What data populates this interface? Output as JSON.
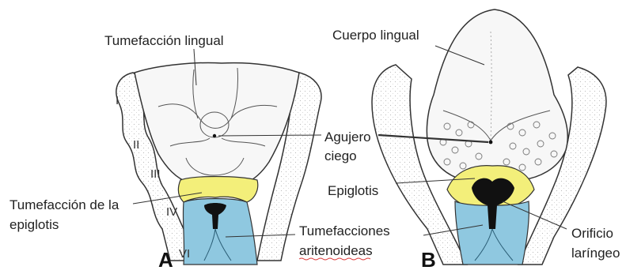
{
  "labels": {
    "tumefaccion_lingual": "Tumefacción lingual",
    "cuerpo_lingual": "Cuerpo lingual",
    "agujero_line1": "Agujero",
    "agujero_line2": "ciego",
    "epiglotis": "Epiglotis",
    "tumefaccion_epiglotis_line1": "Tumefacción de la",
    "tumefaccion_epiglotis_line2": "epiglotis",
    "tumefacciones_line1": "Tumefacciones",
    "tumefacciones_line2": "aritenoideas",
    "orificio_line1": "Orificio",
    "orificio_line2": "laríngeo"
  },
  "panels": {
    "a": "A",
    "b": "B"
  },
  "arches": [
    "I",
    "II",
    "III",
    "IV",
    "VI"
  ],
  "colors": {
    "epiglottis": "#f3ef7a",
    "arytenoid": "#8fc8e0",
    "orifice": "#111111",
    "tissue": "#f4f4f4",
    "outline": "#333333"
  }
}
